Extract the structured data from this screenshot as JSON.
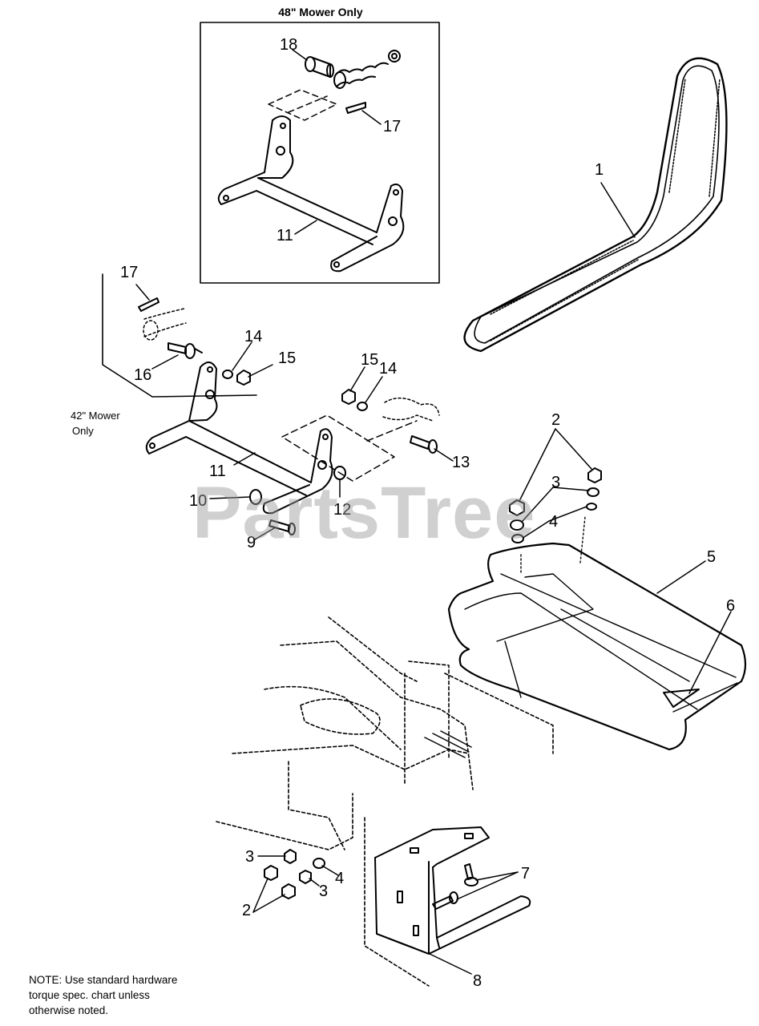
{
  "inset": {
    "title": "48\" Mower Only"
  },
  "labels": {
    "mower42_line1": "42\" Mower",
    "mower42_line2": "Only"
  },
  "note": {
    "line1": "NOTE: Use standard hardware",
    "line2": "torque spec. chart unless",
    "line3": "otherwise noted."
  },
  "watermark": "PartsTree",
  "callouts": [
    {
      "id": "c18",
      "text": "18"
    },
    {
      "id": "c17a",
      "text": "17"
    },
    {
      "id": "c11a",
      "text": "11"
    },
    {
      "id": "c1",
      "text": "1"
    },
    {
      "id": "c17b",
      "text": "17"
    },
    {
      "id": "c16",
      "text": "16"
    },
    {
      "id": "c14a",
      "text": "14"
    },
    {
      "id": "c15a",
      "text": "15"
    },
    {
      "id": "c15b",
      "text": "15"
    },
    {
      "id": "c14b",
      "text": "14"
    },
    {
      "id": "c13",
      "text": "13"
    },
    {
      "id": "c11b",
      "text": "11"
    },
    {
      "id": "c10",
      "text": "10"
    },
    {
      "id": "c12",
      "text": "12"
    },
    {
      "id": "c9",
      "text": "9"
    },
    {
      "id": "c2a",
      "text": "2"
    },
    {
      "id": "c3a",
      "text": "3"
    },
    {
      "id": "c4a",
      "text": "4"
    },
    {
      "id": "c5",
      "text": "5"
    },
    {
      "id": "c6",
      "text": "6"
    },
    {
      "id": "c3b",
      "text": "3"
    },
    {
      "id": "c4b",
      "text": "4"
    },
    {
      "id": "c3c",
      "text": "3"
    },
    {
      "id": "c2b",
      "text": "2"
    },
    {
      "id": "c7",
      "text": "7"
    },
    {
      "id": "c8",
      "text": "8"
    }
  ]
}
